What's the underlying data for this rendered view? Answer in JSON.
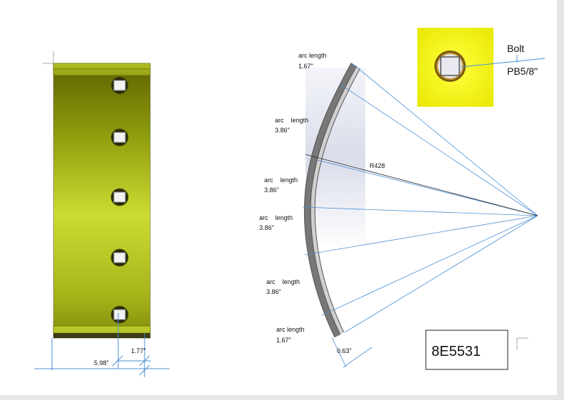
{
  "plate_dims": {
    "height_offset": "1.77\"",
    "width": "5.98\""
  },
  "curved_profile": {
    "arc_labels": [
      {
        "label": "arc length",
        "value": "1.67\""
      },
      {
        "label": "arc    length",
        "value": "3.86\""
      },
      {
        "label": "arc    length",
        "value": "3.86\""
      },
      {
        "label": "arc    length",
        "value": "3.86\""
      },
      {
        "label": "arc    length",
        "value": "3.86\""
      },
      {
        "label": "arc length",
        "value": "1.67\""
      }
    ],
    "radius": "R428",
    "thickness": "0.63\""
  },
  "bolt_inset": {
    "title": "Bolt",
    "spec": "PB5/8\""
  },
  "part_number": "8E5531",
  "colors": {
    "plate": "#c8d830",
    "dim_line": "#4a8fd4",
    "background": "#e6e6e6"
  }
}
